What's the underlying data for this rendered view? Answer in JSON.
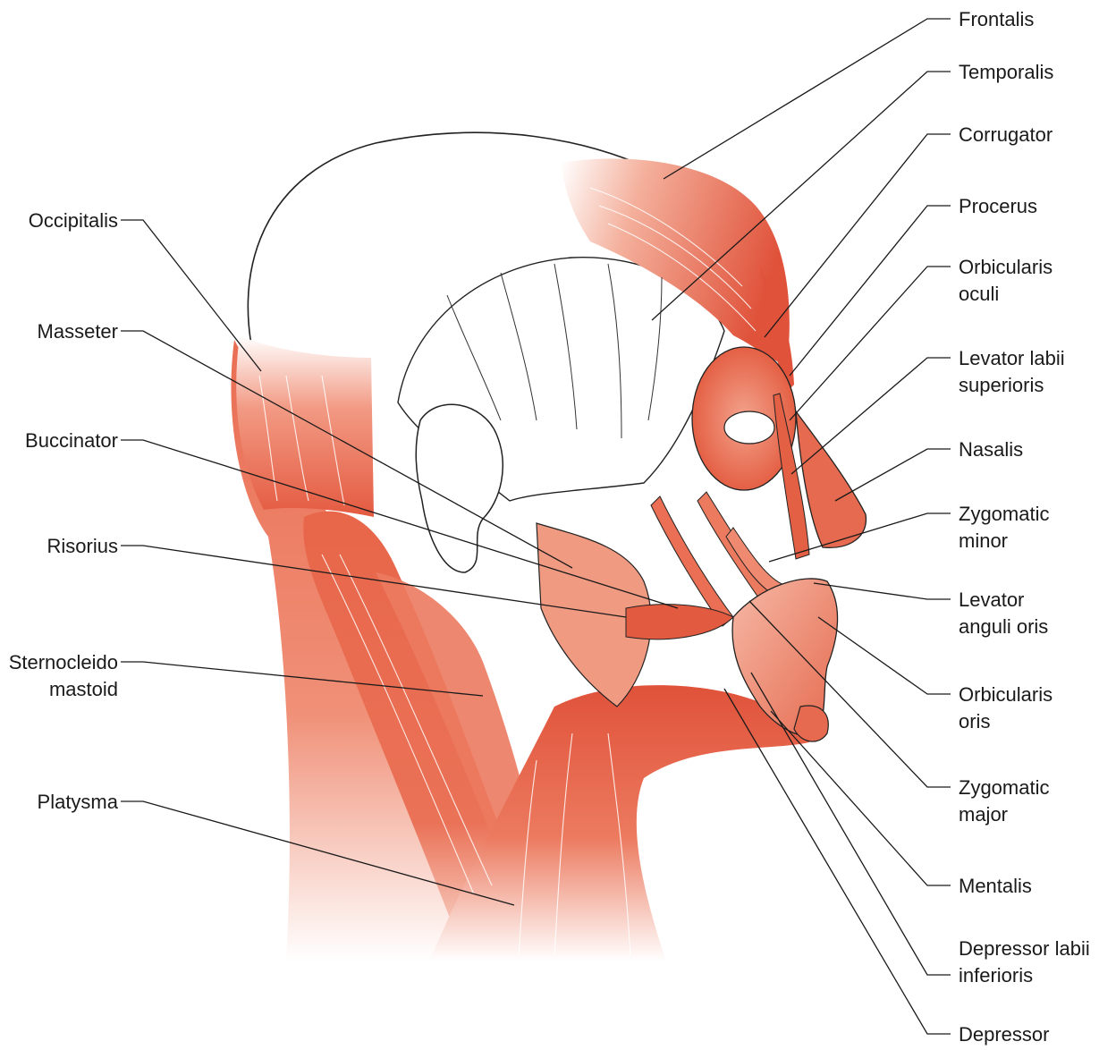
{
  "labels": {
    "frontalis": [
      "Frontalis"
    ],
    "temporalis": [
      "Temporalis"
    ],
    "corrugator": [
      "Corrugator"
    ],
    "procerus": [
      "Procerus"
    ],
    "orbicularis_oculi": [
      "Orbicularis",
      "oculi"
    ],
    "levator_labii_superioris": [
      "Levator labii",
      "superioris"
    ],
    "nasalis": [
      "Nasalis"
    ],
    "zygomatic_minor": [
      "Zygomatic",
      "minor"
    ],
    "levator_anguli_oris": [
      "Levator",
      "anguli oris"
    ],
    "orbicularis_oris": [
      "Orbicularis",
      "oris"
    ],
    "zygomatic_major": [
      "Zygomatic",
      "major"
    ],
    "mentalis": [
      "Mentalis"
    ],
    "depressor_labii_inferioris": [
      "Depressor labii",
      "inferioris"
    ],
    "depressor": [
      "Depressor"
    ],
    "occipitalis": [
      "Occipitalis"
    ],
    "masseter": [
      "Masseter"
    ],
    "buccinator": [
      "Buccinator"
    ],
    "risorius": [
      "Risorius"
    ],
    "sternocleido_mastoid": [
      "Sternocleido",
      "mastoid"
    ],
    "platysma": [
      "Platysma"
    ]
  },
  "colors": {
    "muscle": "#e8664a",
    "muscle_dark": "#d9452b",
    "muscle_light": "#f4b09c",
    "outline": "#222222"
  }
}
